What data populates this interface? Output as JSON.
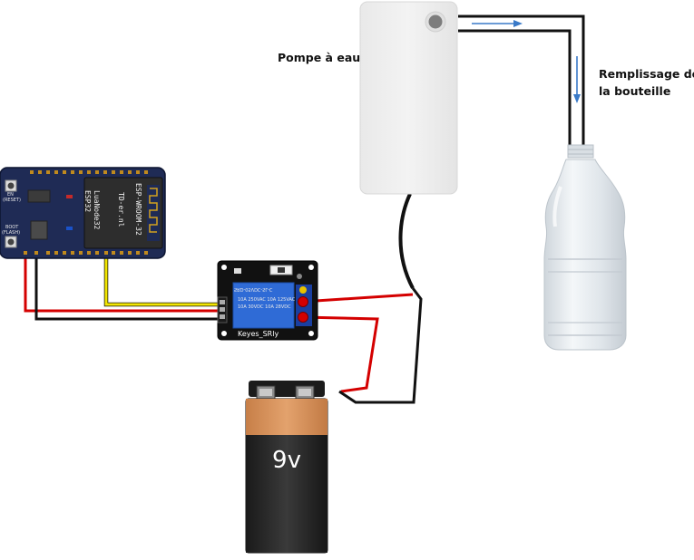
{
  "labels": {
    "pump": "Pompe à eau",
    "fill_line1": "Remplissage de",
    "fill_line2": "la bouteille"
  },
  "esp32": {
    "name_line1": "LuaNode32",
    "name_line2": "ESP32",
    "module_line1": "ESP-WROOM-32",
    "module_line2": "TD-er.nl",
    "en_label": "EN",
    "en_sub": "(RESET)",
    "boot_label": "BOOT",
    "boot_sub": "(FLASH)"
  },
  "relay": {
    "brand": "Keyes_SRly",
    "spec_line1": "SRD-05VDC-SL-C",
    "spec_line2": "10A 250VAC 10A 125VAC",
    "spec_line3": "10A 30VDC 10A 28VDC"
  },
  "battery": {
    "voltage_label": "9v"
  },
  "colors": {
    "board_blue": "#1f2b55",
    "relay_body": "#2f6bd6",
    "wire_red": "#d40000",
    "wire_black": "#111111",
    "wire_yellow": "#f2e600",
    "flow_arrow": "#3a7ac8",
    "battery_orange": "#d8905a"
  }
}
